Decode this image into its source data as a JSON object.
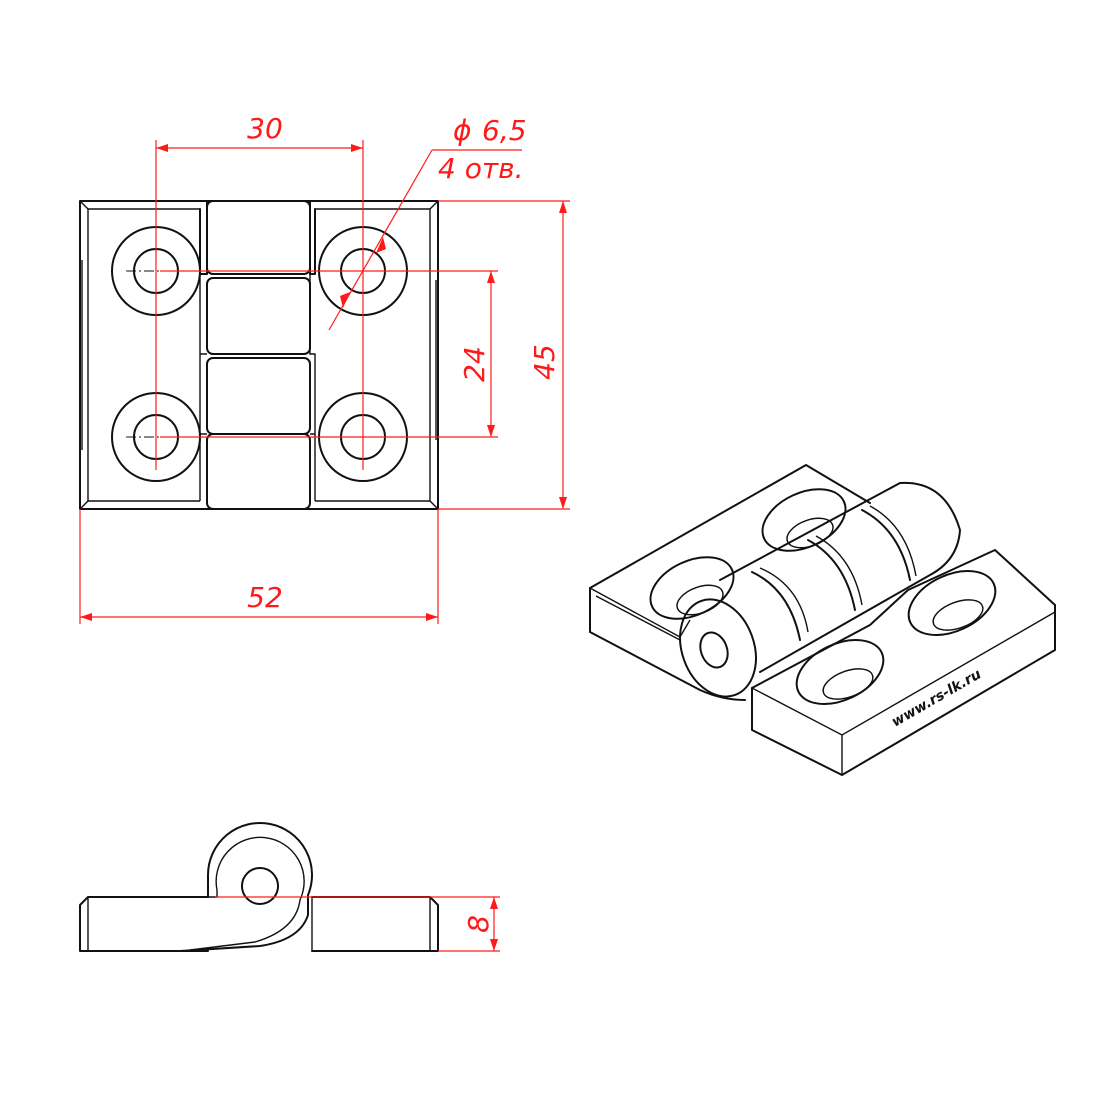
{
  "dimensions": {
    "hole_spacing_x": "30",
    "hole_spacing_y": "24",
    "height": "45",
    "width": "52",
    "thickness": "8",
    "hole_diameter": "6,5",
    "hole_count_note": "4 отв."
  },
  "symbols": {
    "diameter": "ϕ"
  },
  "brand_mark": "www.rs-lk.ru",
  "colors": {
    "dimension": "#ff1a1a",
    "line": "#111111"
  }
}
